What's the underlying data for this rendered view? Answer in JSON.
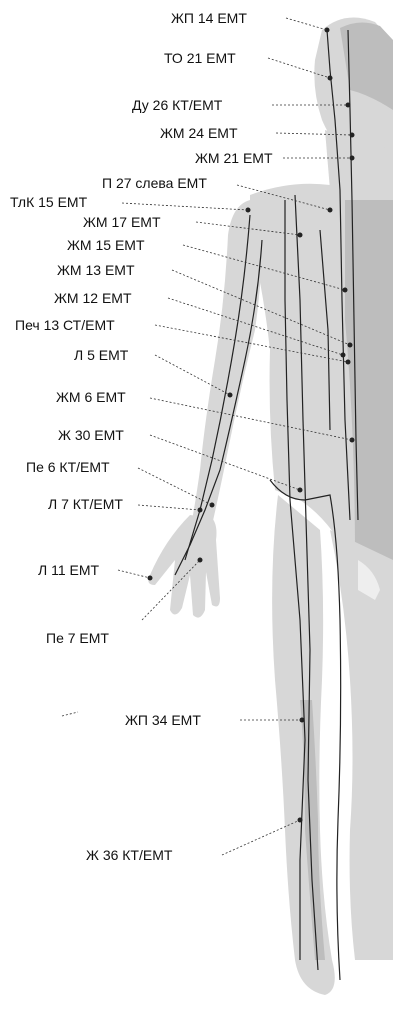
{
  "labels": [
    "ЖП 14 ЕМТ",
    "ТО 21 ЕМТ",
    "Ду 26 КТ/ЕМТ",
    "ЖМ 24 ЕМТ",
    "ЖМ 21 ЕМТ",
    "П 27 слева ЕМТ",
    "ТлК 15 ЕМТ",
    "ЖМ 17 ЕМТ",
    "ЖМ 15 ЕМТ",
    "ЖМ 13 ЕМТ",
    "ЖМ 12 ЕМТ",
    "Печ 13 СТ/ЕМТ",
    "Л 5 ЕМТ",
    "ЖМ 6 ЕМТ",
    "Ж 30 ЕМТ",
    "Пе 6 КТ/ЕМТ",
    "Л 7 КТ/ЕМТ",
    "Л 11 ЕМТ",
    "Пе 7 ЕМТ",
    "ЖП 34 ЕМТ",
    "Ж 36 КТ/ЕМТ"
  ]
}
